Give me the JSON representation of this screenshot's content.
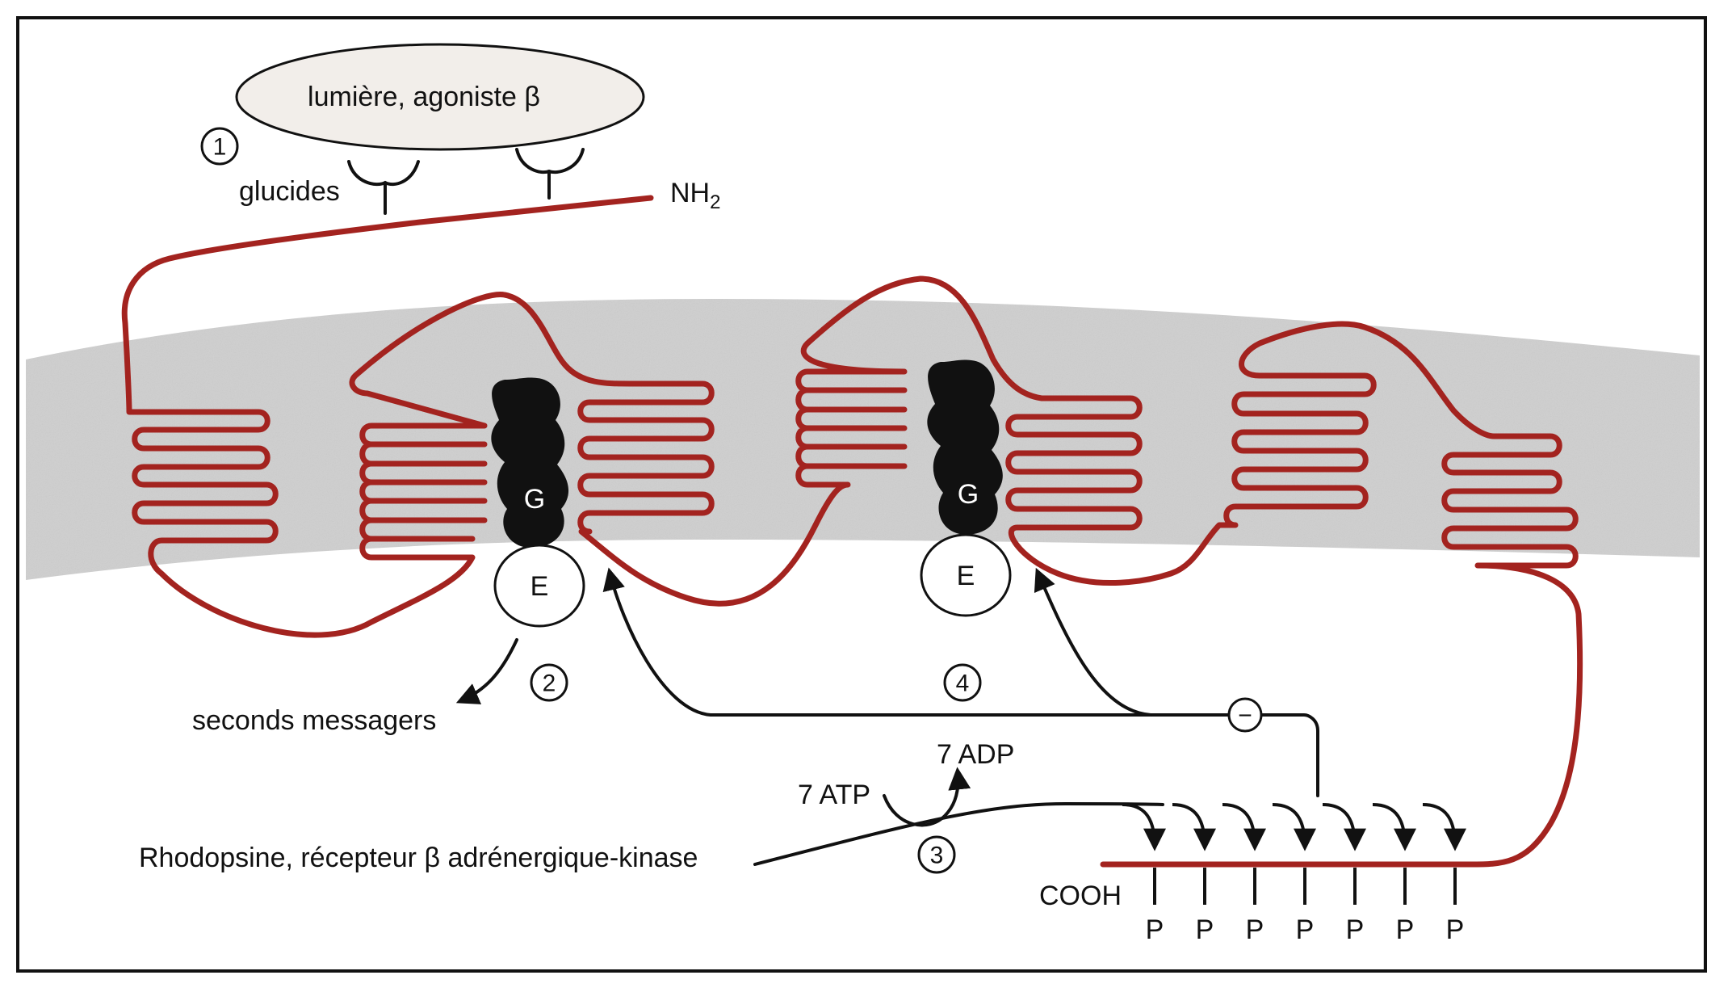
{
  "labels": {
    "stimulus": "lumière, agoniste β",
    "sugars": "glucides",
    "n_terminus": "NH",
    "n_terminus_sub": "2",
    "second_messengers": "seconds messagers",
    "kinase": "Rhodopsine, récepteur β adrénergique-kinase",
    "atp": "7 ATP",
    "adp": "7 ADP",
    "c_terminus": "COOH",
    "g_protein": "G",
    "effector": "E",
    "inhibit": "−",
    "phosphate": "P"
  },
  "steps": [
    "1",
    "2",
    "3",
    "4"
  ],
  "phosphate_count": 7,
  "colors": {
    "receptor": "#a3231f",
    "membrane": "#cfcfcf",
    "g_protein": "#111111",
    "ink": "#111111"
  }
}
